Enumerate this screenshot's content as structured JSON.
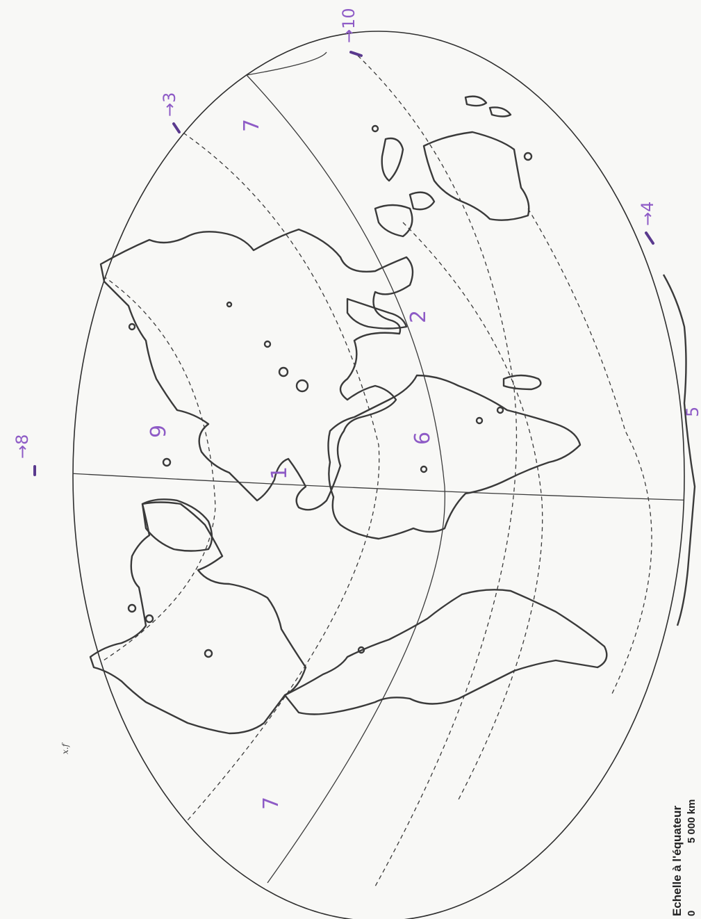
{
  "scale": {
    "label": "Echelle à l'équateur",
    "start": "0",
    "end": "5 000 km"
  },
  "small_mark": "𝑥.𝑓",
  "annotations": {
    "zone_7_top": "7",
    "zone_7_bottom": "7",
    "zone_9": "9",
    "zone_1": "1",
    "zone_2": "2",
    "zone_6": "6",
    "zone_5": "5",
    "arrow_8": "→8",
    "arrow_3": "→3",
    "arrow_10": "→10",
    "arrow_4": "→4"
  },
  "colors": {
    "annotation": "#8e5bc6",
    "lines": "#3a3a3a",
    "paper": "#f8f8f6"
  }
}
